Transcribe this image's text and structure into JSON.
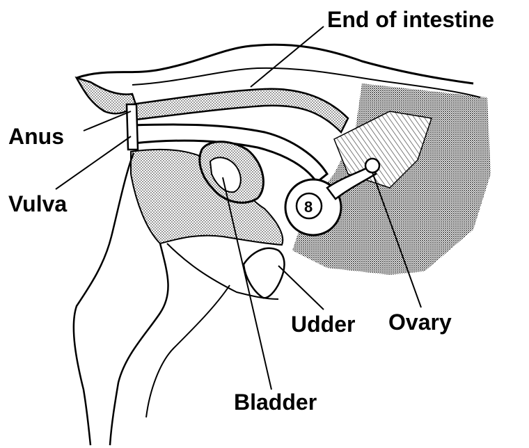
{
  "labels": {
    "end_of_intestine": "End of intestine",
    "anus": "Anus",
    "vulva": "Vulva",
    "udder": "Udder",
    "ovary": "Ovary",
    "bladder": "Bladder"
  },
  "colors": {
    "ink": "#000000",
    "stipple": "#6a6a6a",
    "background": "#ffffff"
  }
}
